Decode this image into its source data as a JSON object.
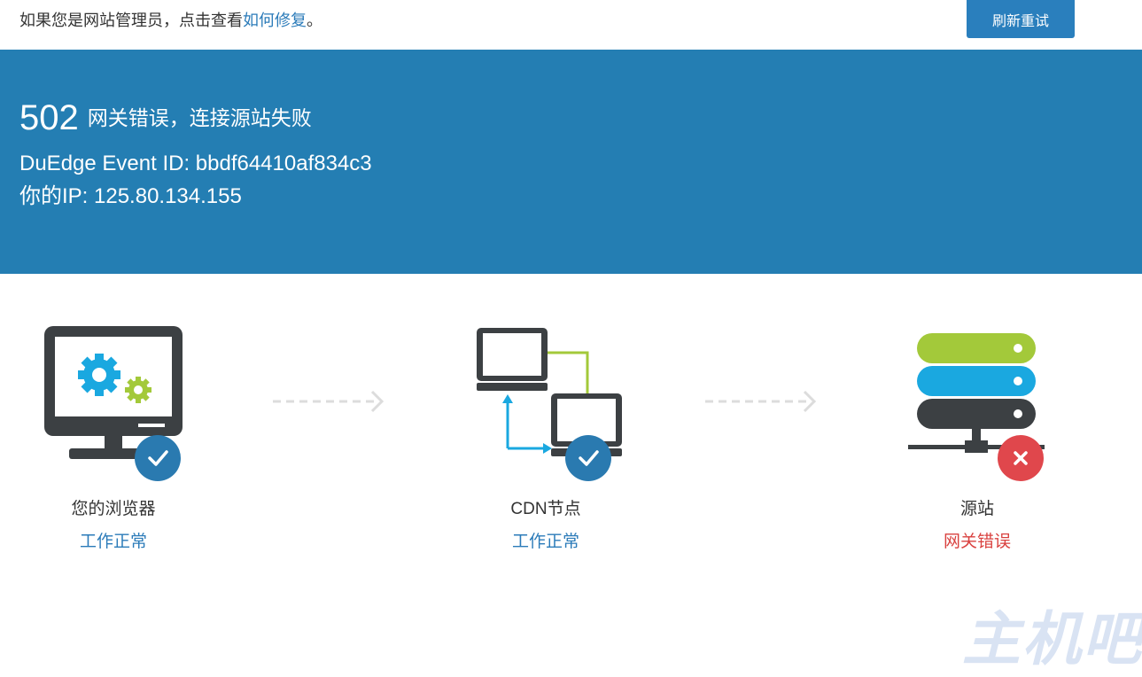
{
  "topbar": {
    "admin_prefix": "如果您是网站管理员，点击查看",
    "admin_link": "如何修复",
    "admin_suffix": "。",
    "retry_label": "刷新重试"
  },
  "error": {
    "code": "502",
    "message": "网关错误，连接源站失败",
    "event_line": "DuEdge Event ID: bbdf64410af834c3",
    "ip_line": "你的IP: 125.80.134.155"
  },
  "nodes": [
    {
      "name": "您的浏览器",
      "status": "工作正常",
      "icon": "browser-monitor-icon",
      "badge": "check-icon"
    },
    {
      "name": "CDN节点",
      "status": "工作正常",
      "icon": "cdn-network-icon",
      "badge": "check-icon"
    },
    {
      "name": "源站",
      "status": "网关错误",
      "icon": "origin-server-icon",
      "badge": "error-x-icon"
    }
  ],
  "colors": {
    "banner": "#247eb3",
    "link": "#2b7bb9",
    "ok": "#2a7ab0",
    "error": "#e0474c",
    "green": "#a3c93a",
    "cyan": "#1aa8e0",
    "dark": "#3c4043"
  },
  "watermark": "主机吧"
}
